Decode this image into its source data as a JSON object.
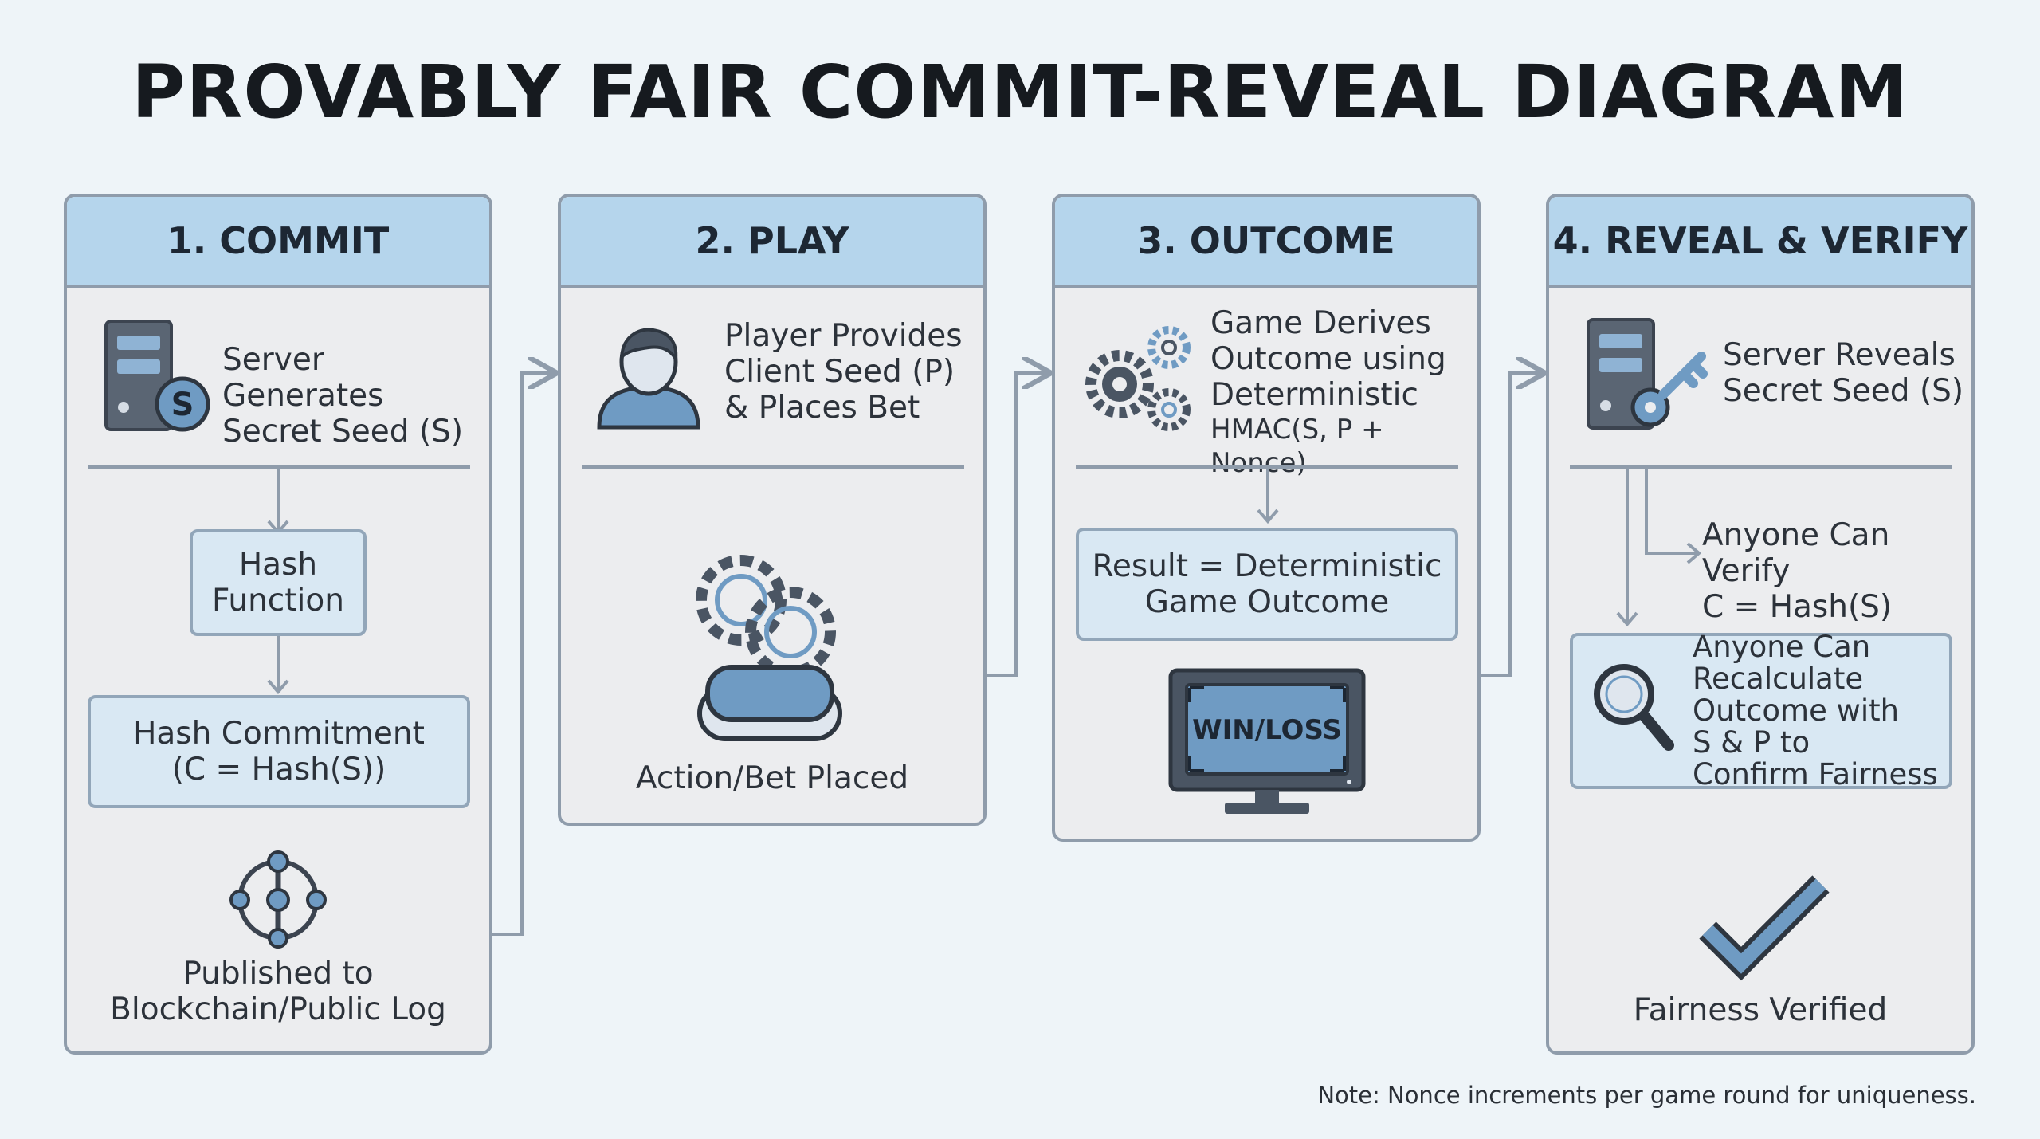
{
  "title": "PROVABLY FAIR COMMIT-REVEAL DIAGRAM",
  "panels": [
    {
      "header": "1. COMMIT",
      "server_label_line1": "Server Generates",
      "server_label_line2": "Secret Seed (S)",
      "hash_function_line1": "Hash",
      "hash_function_line2": "Function",
      "commitment_line1": "Hash Commitment",
      "commitment_line2": "(C = Hash(S))",
      "published_line1": "Published to",
      "published_line2": "Blockchain/Public Log",
      "seed_badge": "S"
    },
    {
      "header": "2. PLAY",
      "player_line1": "Player Provides",
      "player_line2": "Client Seed (P)",
      "player_line3": "& Places Bet",
      "action_label": "Action/Bet Placed"
    },
    {
      "header": "3. OUTCOME",
      "derive_line1": "Game Derives",
      "derive_line2": "Outcome using",
      "derive_line3": "Deterministic",
      "derive_line4": "HMAC(S, P + Nonce)",
      "result_line1": "Result = Deterministic",
      "result_line2": "Game Outcome",
      "monitor_text": "WIN/LOSS"
    },
    {
      "header": "4. REVEAL & VERIFY",
      "reveal_line1": "Server Reveals",
      "reveal_line2": "Secret Seed (S)",
      "verify_line1": "Anyone Can Verify",
      "verify_line2": "C = Hash(S)",
      "recalc_line1": "Anyone Can",
      "recalc_line2": "Recalculate",
      "recalc_line3": "Outcome with",
      "recalc_line4": "S & P to",
      "recalc_line5": "Confirm Fairness",
      "verified_label": "Fairness Verified"
    }
  ],
  "note": "Note: Nonce increments per game round for uniqueness.",
  "colors": {
    "background": "#eef4f8",
    "panel": "#ecedef",
    "header": "#b5d5ec",
    "box": "#d9e8f3",
    "border": "#8f9cab",
    "icon_dark": "#4a5563",
    "icon_blue": "#6f9bc3"
  }
}
